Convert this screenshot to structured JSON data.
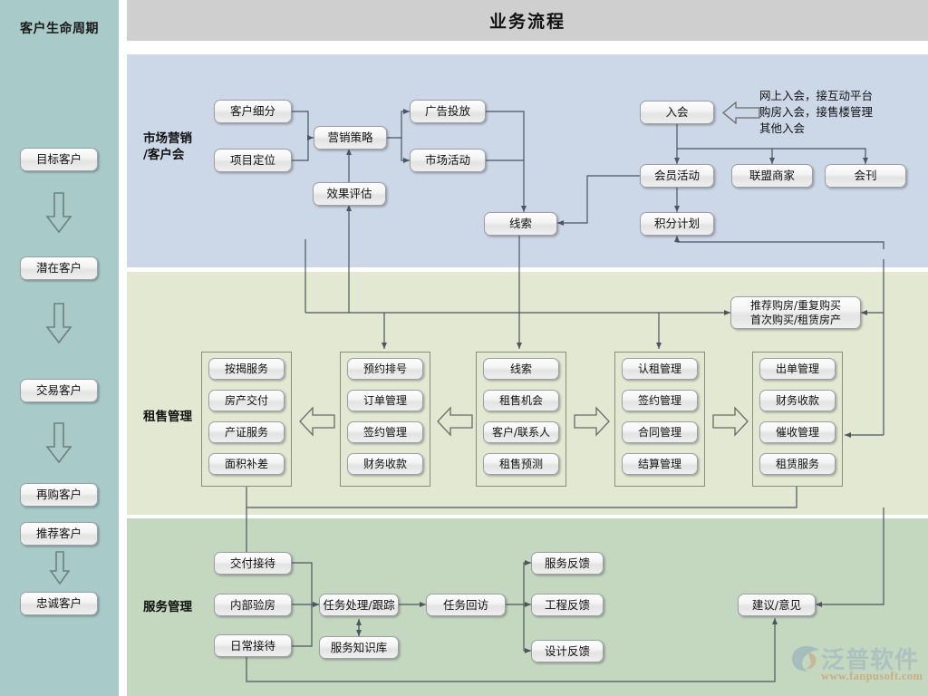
{
  "header": {
    "title": "业务流程"
  },
  "sidebar": {
    "title": "客户生命周期",
    "bg_color": "#a8cbc9",
    "items": [
      {
        "label": "目标客户"
      },
      {
        "label": "潜在客户"
      },
      {
        "label": "交易客户"
      },
      {
        "label": "再购客户"
      },
      {
        "label": "推荐客户"
      },
      {
        "label": "忠诚客户"
      }
    ]
  },
  "sections": [
    {
      "id": "marketing",
      "label": "市场营销\n/客户会",
      "bg_color": "#ccd7e8",
      "nodes": [
        {
          "id": "m1",
          "label": "客户细分"
        },
        {
          "id": "m2",
          "label": "项目定位"
        },
        {
          "id": "m3",
          "label": "营销策略"
        },
        {
          "id": "m4",
          "label": "效果评估"
        },
        {
          "id": "m5",
          "label": "广告投放"
        },
        {
          "id": "m6",
          "label": "市场活动"
        },
        {
          "id": "m7",
          "label": "线索"
        },
        {
          "id": "m8",
          "label": "入会"
        },
        {
          "id": "m9",
          "label": "会员活动"
        },
        {
          "id": "m10",
          "label": "联盟商家"
        },
        {
          "id": "m11",
          "label": "会刊"
        },
        {
          "id": "m12",
          "label": "积分计划"
        }
      ],
      "note": "网上入会，接互动平台\n购房入会，接售楼管理\n其他入会"
    },
    {
      "id": "rental",
      "label": "租售管理",
      "bg_color": "#e3e8d2",
      "top_node": {
        "id": "r_top",
        "label": "推荐购房/重复购买\n首次购买/租赁房产"
      },
      "groups": [
        {
          "id": "g1",
          "items": [
            "按揭服务",
            "房产交付",
            "产证服务",
            "面积补差"
          ]
        },
        {
          "id": "g2",
          "items": [
            "预约排号",
            "订单管理",
            "签约管理",
            "财务收款"
          ]
        },
        {
          "id": "g3",
          "items": [
            "线索",
            "租售机会",
            "客户/联系人",
            "租售预测"
          ]
        },
        {
          "id": "g4",
          "items": [
            "认租管理",
            "签约管理",
            "合同管理",
            "结算管理"
          ]
        },
        {
          "id": "g5",
          "items": [
            "出单管理",
            "财务收款",
            "催收管理",
            "租赁服务"
          ]
        }
      ]
    },
    {
      "id": "service",
      "label": "服务管理",
      "bg_color": "#c4d7bf",
      "nodes": [
        {
          "id": "s1",
          "label": "交付接待"
        },
        {
          "id": "s2",
          "label": "内部验房"
        },
        {
          "id": "s3",
          "label": "日常接待"
        },
        {
          "id": "s4",
          "label": "任务处理/跟踪"
        },
        {
          "id": "s5",
          "label": "服务知识库"
        },
        {
          "id": "s6",
          "label": "任务回访"
        },
        {
          "id": "s7",
          "label": "服务反馈"
        },
        {
          "id": "s8",
          "label": "工程反馈"
        },
        {
          "id": "s9",
          "label": "设计反馈"
        },
        {
          "id": "s10",
          "label": "建议/意见"
        }
      ]
    }
  ],
  "logo": {
    "name": "泛普软件",
    "url": "www.fanpusoft.com"
  }
}
